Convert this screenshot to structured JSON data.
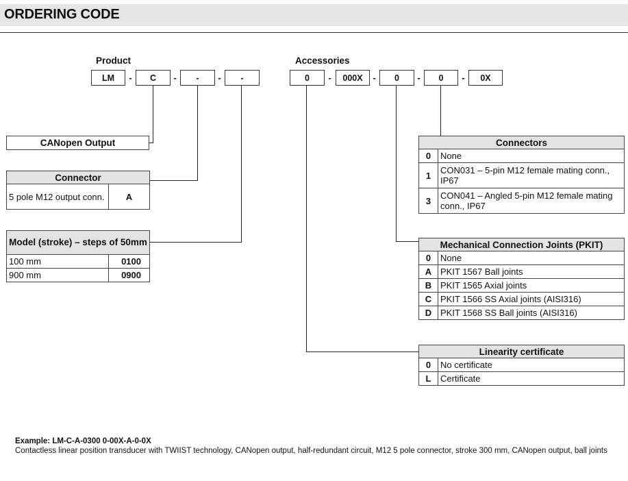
{
  "header": {
    "title": "ORDERING CODE"
  },
  "product": {
    "label": "Product",
    "codes": [
      "LM",
      "C",
      "-",
      "-"
    ],
    "separator": "-"
  },
  "accessories": {
    "label": "Accessories",
    "codes": [
      "0",
      "000X",
      "0",
      "0",
      "0X"
    ],
    "separator": "-"
  },
  "output_box": {
    "label": "CANopen Output"
  },
  "connector_table": {
    "header": "Connector",
    "rows": [
      {
        "desc": "5 pole M12 output conn.",
        "code": "A"
      }
    ]
  },
  "model_table": {
    "header": "Model (stroke) – steps of 50mm",
    "rows": [
      {
        "desc": "100 mm",
        "code": "0100"
      },
      {
        "desc": "900 mm",
        "code": "0900"
      }
    ]
  },
  "connectors_table": {
    "header": "Connectors",
    "rows": [
      {
        "code": "0",
        "desc": "None"
      },
      {
        "code": "1",
        "desc": "CON031 – 5-pin M12 female mating conn., IP67"
      },
      {
        "code": "3",
        "desc": "CON041 – Angled 5-pin M12 female mating conn., IP67"
      }
    ]
  },
  "pkit_table": {
    "header": "Mechanical Connection Joints (PKIT)",
    "rows": [
      {
        "code": "0",
        "desc": "None"
      },
      {
        "code": "A",
        "desc": "PKIT 1567 Ball joints"
      },
      {
        "code": "B",
        "desc": "PKIT 1565 Axial joints"
      },
      {
        "code": "C",
        "desc": "PKIT 1566 SS Axial joints (AISI316)"
      },
      {
        "code": "D",
        "desc": "PKIT 1568 SS Ball joints (AISI316)"
      }
    ]
  },
  "linearity_table": {
    "header": "Linearity certificate",
    "rows": [
      {
        "code": "0",
        "desc": "No certificate"
      },
      {
        "code": "L",
        "desc": "Certificate"
      }
    ]
  },
  "example": {
    "title": "Example: LM-C-A-0300 0-00X-A-0-0X",
    "text": "Contactless linear position transducer with TWIIST technology, CANopen output, half-redundant circuit, M12 5 pole connector, stroke 300 mm, CANopen output, ball joints"
  }
}
